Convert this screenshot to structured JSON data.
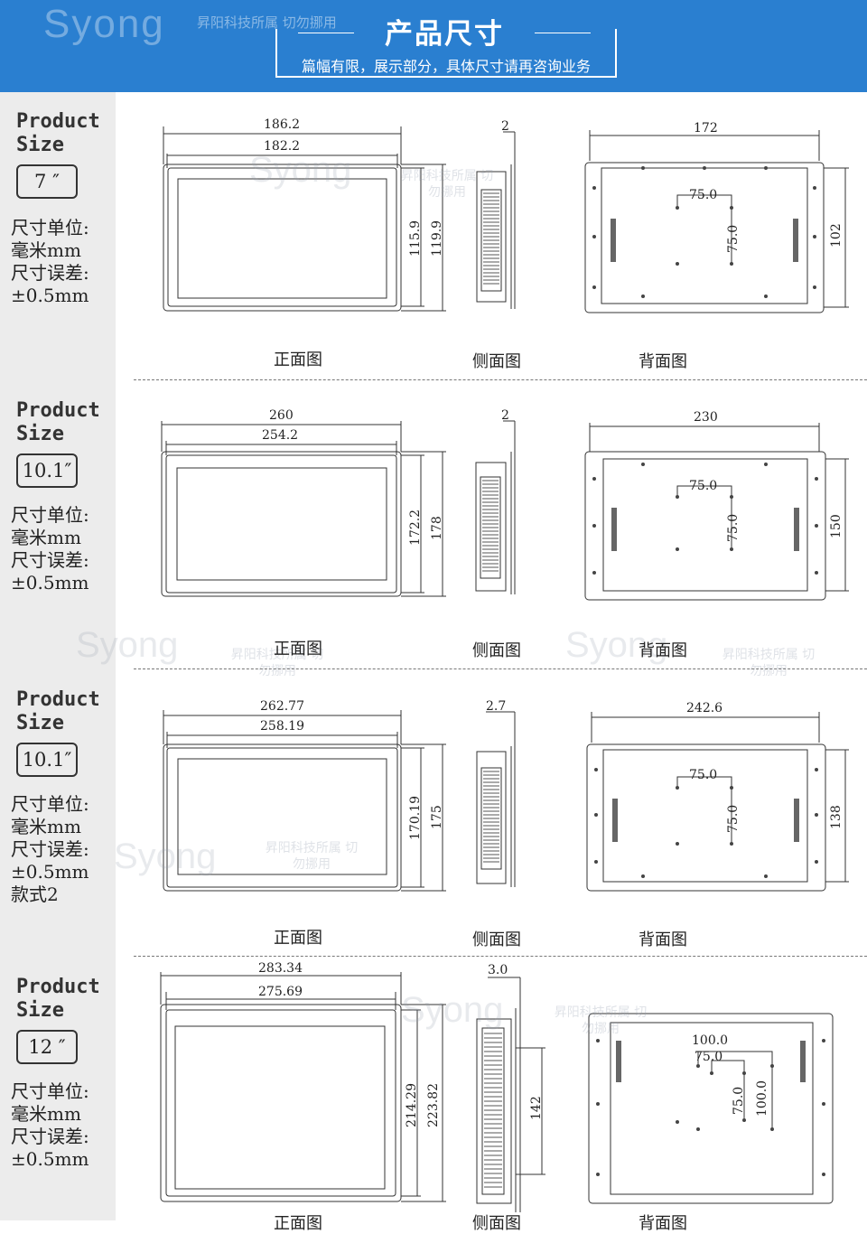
{
  "header": {
    "title": "产品尺寸",
    "subtitle": "篇幅有限，展示部分，具体尺寸请再咨询业务",
    "watermark_logo": "Syong",
    "watermark_text": "昇阳科技所属 切勿挪用"
  },
  "sections": [
    {
      "product_label": "Product",
      "size_label": "Size",
      "size": "7 ″",
      "unit_lines": [
        "尺寸单位:",
        "毫米mm",
        "尺寸误差:",
        "±0.5mm"
      ],
      "front": {
        "outer_w": "186.2",
        "inner_w": "182.2",
        "inner_h": "115.9",
        "outer_h": "119.9"
      },
      "side": {
        "depth": "2"
      },
      "back": {
        "width": "172",
        "vesa_h": "75.0",
        "vesa_v": "75.0",
        "height": "102"
      },
      "captions": [
        "正面图",
        "侧面图",
        "背面图"
      ]
    },
    {
      "product_label": "Product",
      "size_label": "Size",
      "size": "10.1″",
      "unit_lines": [
        "尺寸单位:",
        "毫米mm",
        "尺寸误差:",
        "±0.5mm"
      ],
      "front": {
        "outer_w": "260",
        "inner_w": "254.2",
        "inner_h": "172.2",
        "outer_h": "178"
      },
      "side": {
        "depth": "2"
      },
      "back": {
        "width": "230",
        "vesa_h": "75.0",
        "vesa_v": "75.0",
        "height": "150"
      },
      "captions": [
        "正面图",
        "侧面图",
        "背面图"
      ]
    },
    {
      "product_label": "Product",
      "size_label": "Size",
      "size": "10.1″",
      "unit_lines": [
        "尺寸单位:",
        "毫米mm",
        "尺寸误差:",
        "±0.5mm",
        "款式2"
      ],
      "front": {
        "outer_w": "262.77",
        "inner_w": "258.19",
        "inner_h": "170.19",
        "outer_h": "175"
      },
      "side": {
        "depth": "2.7"
      },
      "back": {
        "width": "242.6",
        "vesa_h": "75.0",
        "vesa_v": "75.0",
        "height": "138"
      },
      "captions": [
        "正面图",
        "侧面图",
        "背面图"
      ]
    },
    {
      "product_label": "Product",
      "size_label": "Size",
      "size": "12 ″",
      "unit_lines": [
        "尺寸单位:",
        "毫米mm",
        "尺寸误差:",
        "±0.5mm"
      ],
      "front": {
        "outer_w": "283.34",
        "inner_w": "275.69",
        "inner_h": "214.29",
        "outer_h": "223.82"
      },
      "side": {
        "depth": "3.0",
        "height": "142"
      },
      "back": {
        "vesa_h_outer": "100.0",
        "vesa_h": "75.0",
        "vesa_v": "75.0",
        "vesa_v_outer": "100.0"
      },
      "captions": [
        "正面图",
        "侧面图",
        "背面图"
      ]
    }
  ]
}
